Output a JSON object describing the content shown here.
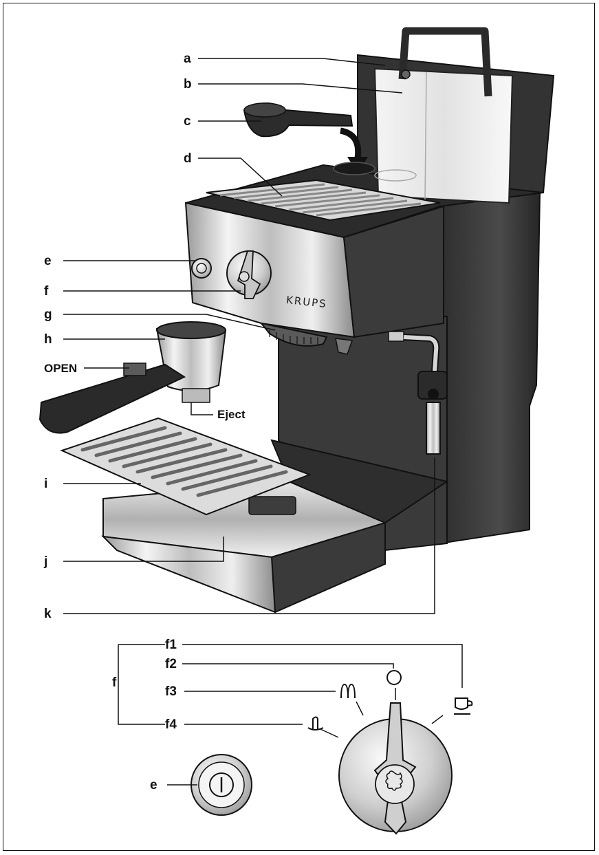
{
  "labels": {
    "a": "a",
    "b": "b",
    "c": "c",
    "d": "d",
    "e": "e",
    "f": "f",
    "g": "g",
    "h": "h",
    "open": "OPEN",
    "eject": "Eject",
    "i": "i",
    "j": "j",
    "k": "k"
  },
  "brand": "KRUPS",
  "dial_legend": {
    "f": "f",
    "f1": "f1",
    "f2": "f2",
    "f3": "f3",
    "f4": "f4",
    "e": "e"
  },
  "icons": [
    "cup-icon",
    "off-circle-icon",
    "steam-icon",
    "hot-water-icon",
    "power-icon"
  ]
}
